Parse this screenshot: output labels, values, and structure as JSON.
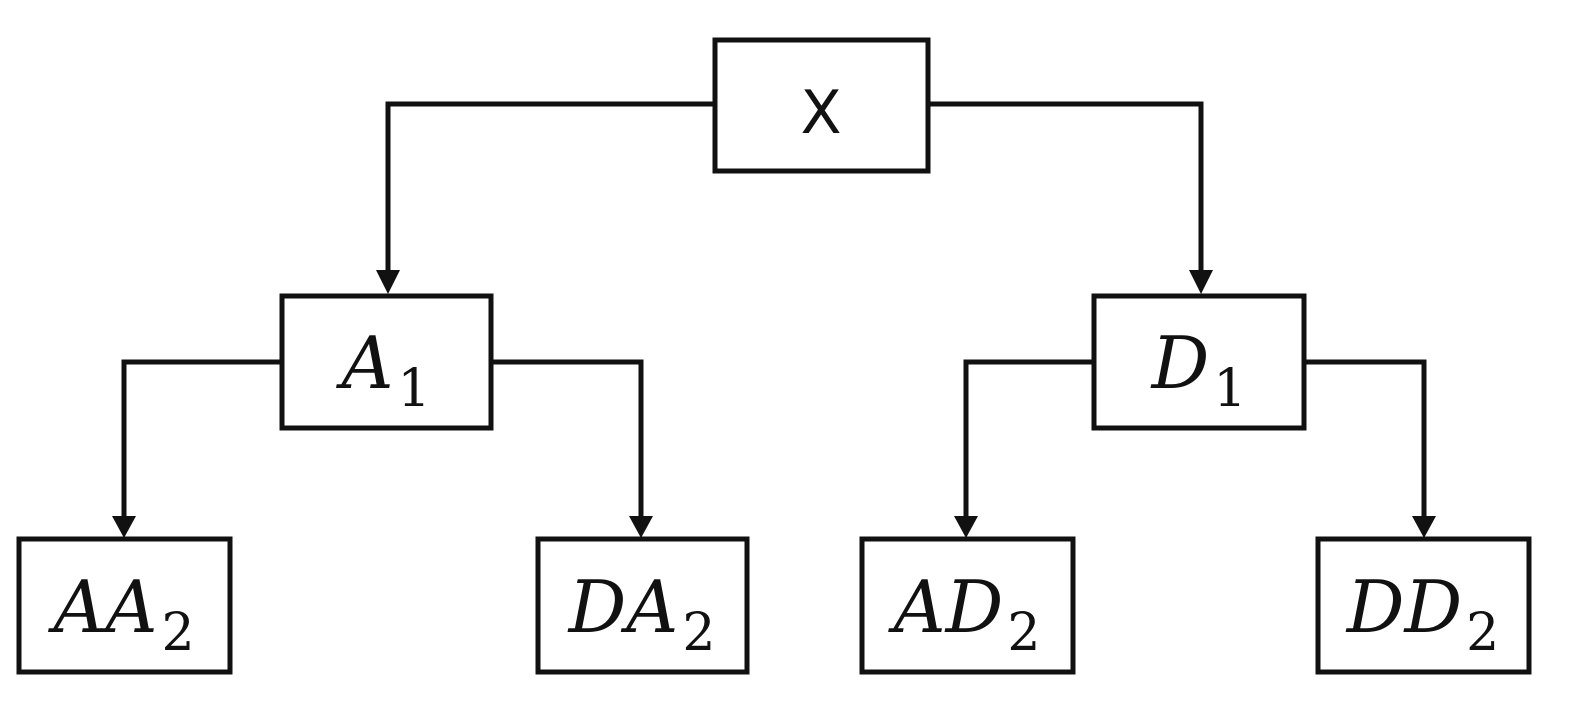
{
  "diagram": {
    "type": "binary-decomposition-tree",
    "root": {
      "id": "X",
      "label": "X"
    },
    "level1": [
      {
        "id": "A1",
        "main": "A",
        "sub": "1"
      },
      {
        "id": "D1",
        "main": "D",
        "sub": "1"
      }
    ],
    "level2": [
      {
        "id": "AA2",
        "main": "AA",
        "sub": "2",
        "parent": "A1"
      },
      {
        "id": "DA2",
        "main": "DA",
        "sub": "2",
        "parent": "A1"
      },
      {
        "id": "AD2",
        "main": "AD",
        "sub": "2",
        "parent": "D1"
      },
      {
        "id": "DD2",
        "main": "DD",
        "sub": "2",
        "parent": "D1"
      }
    ],
    "edges": [
      {
        "from": "X",
        "to": "A1"
      },
      {
        "from": "X",
        "to": "D1"
      },
      {
        "from": "A1",
        "to": "AA2"
      },
      {
        "from": "A1",
        "to": "DA2"
      },
      {
        "from": "D1",
        "to": "AD2"
      },
      {
        "from": "D1",
        "to": "DD2"
      }
    ],
    "colors": {
      "stroke": "#111111",
      "background": "#ffffff"
    }
  }
}
